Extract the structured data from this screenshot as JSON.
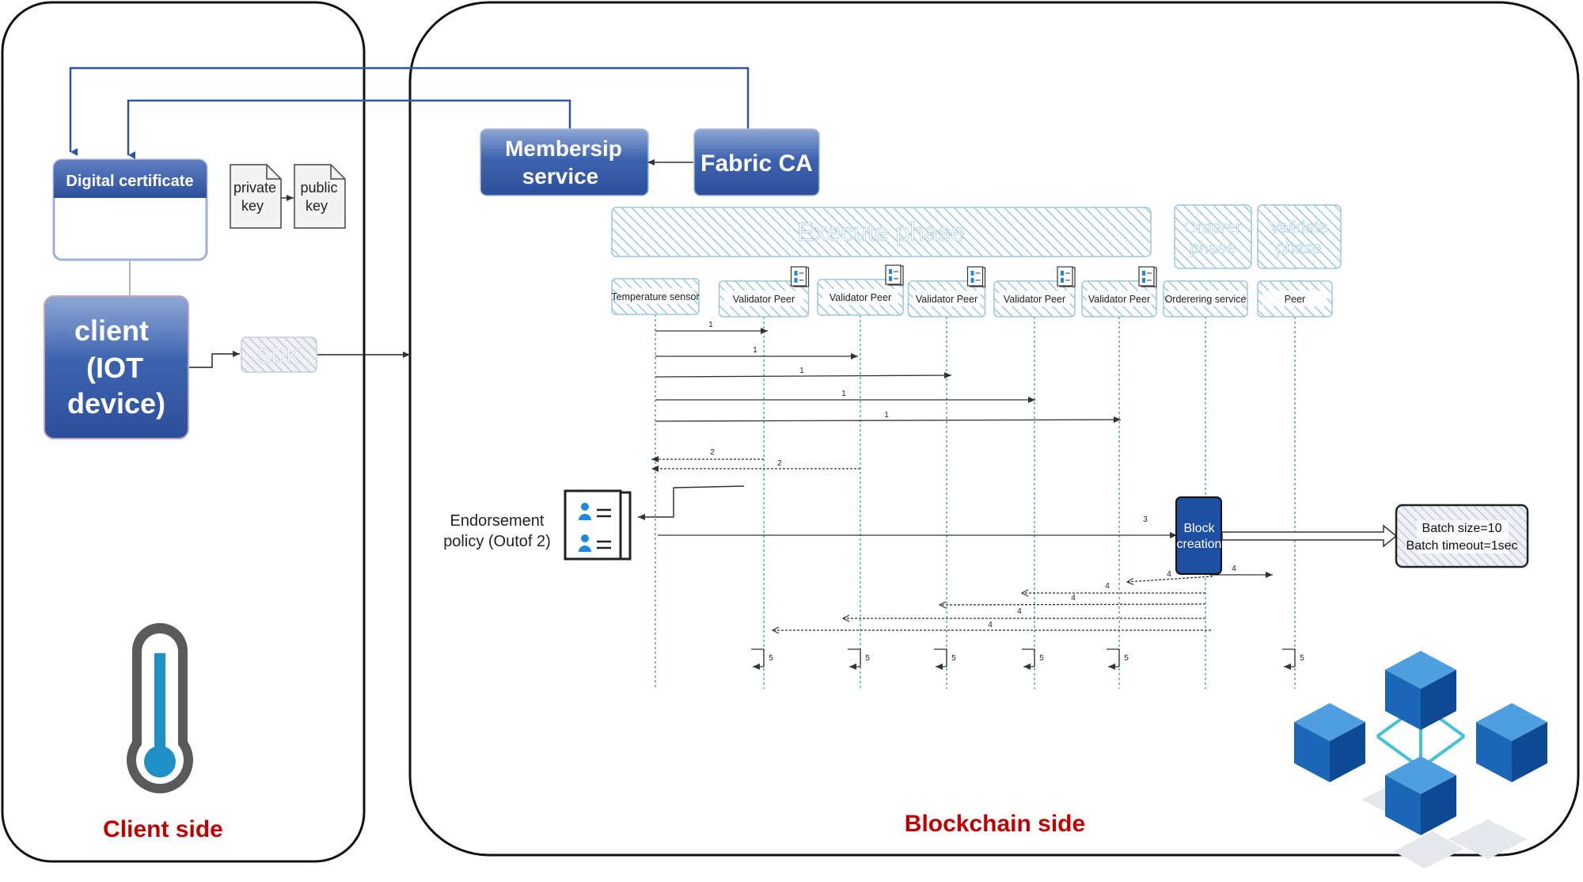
{
  "client_panel": {
    "digital_certificate": "Digital certificate",
    "private_key": [
      "private",
      "key"
    ],
    "public_key": [
      "public",
      "key"
    ],
    "client_lines": [
      "client",
      "(IOT",
      "device)"
    ],
    "sdk": "SDK",
    "thermometer_icon": "thermometer-icon",
    "footer": "Client side"
  },
  "blockchain_panel": {
    "membership_lines": [
      "Membersip",
      "service"
    ],
    "fabric_ca": "Fabric CA",
    "execute_phase": "Execute phase",
    "orderer_phase": [
      "Orderer",
      "phase"
    ],
    "validate_phase": [
      "Validate",
      "phase"
    ],
    "lifelines": [
      "Temperature sensor",
      "Validator Peer",
      "Validator Peer",
      "Validator Peer",
      "Validator Peer",
      "Validator Peer",
      "Orderering service",
      "Peer"
    ],
    "messages": {
      "request_labels": [
        "1",
        "1",
        "1",
        "1",
        "1"
      ],
      "response_labels": [
        "2",
        "2"
      ],
      "submit_label": "3",
      "deliver_labels": [
        "4",
        "4",
        "4",
        "4",
        "4",
        "4"
      ],
      "commit_labels": [
        "5",
        "5",
        "5",
        "5",
        "5",
        "5"
      ]
    },
    "endorsement_policy": [
      "Endorsement",
      "policy (Outof 2)"
    ],
    "block_creation": [
      "Block",
      "creation"
    ],
    "batch": [
      "Batch size=10",
      "Batch timeout=1sec"
    ],
    "blockchain_icon": "blockchain-cubes-icon",
    "footer": "Blockchain side"
  },
  "colors": {
    "brand_blue": "#2f5aa8",
    "line_blue": "#2c56a3",
    "footer_red": "#c00000",
    "lifeline_blue": "#3f9fd0"
  }
}
